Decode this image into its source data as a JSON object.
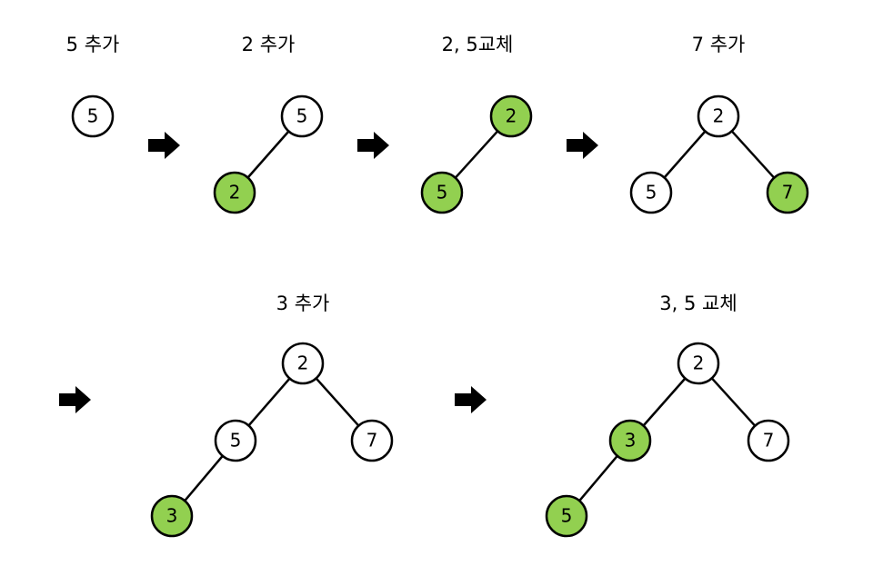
{
  "colors": {
    "highlight": "#92d050",
    "normal": "#ffffff",
    "stroke": "#000000"
  },
  "steps": [
    {
      "title": "5 추가",
      "nodes": [
        {
          "value": "5",
          "highlight": false
        }
      ]
    },
    {
      "title": "2 추가",
      "nodes": [
        {
          "value": "5",
          "highlight": false
        },
        {
          "value": "2",
          "highlight": true
        }
      ]
    },
    {
      "title": "2, 5교체",
      "nodes": [
        {
          "value": "2",
          "highlight": true
        },
        {
          "value": "5",
          "highlight": true
        }
      ]
    },
    {
      "title": "7 추가",
      "nodes": [
        {
          "value": "2",
          "highlight": false
        },
        {
          "value": "5",
          "highlight": false
        },
        {
          "value": "7",
          "highlight": true
        }
      ]
    },
    {
      "title": "3 추가",
      "nodes": [
        {
          "value": "2",
          "highlight": false
        },
        {
          "value": "5",
          "highlight": false
        },
        {
          "value": "7",
          "highlight": false
        },
        {
          "value": "3",
          "highlight": true
        }
      ]
    },
    {
      "title": "3, 5 교체",
      "nodes": [
        {
          "value": "2",
          "highlight": false
        },
        {
          "value": "3",
          "highlight": true
        },
        {
          "value": "7",
          "highlight": false
        },
        {
          "value": "5",
          "highlight": true
        }
      ]
    }
  ]
}
